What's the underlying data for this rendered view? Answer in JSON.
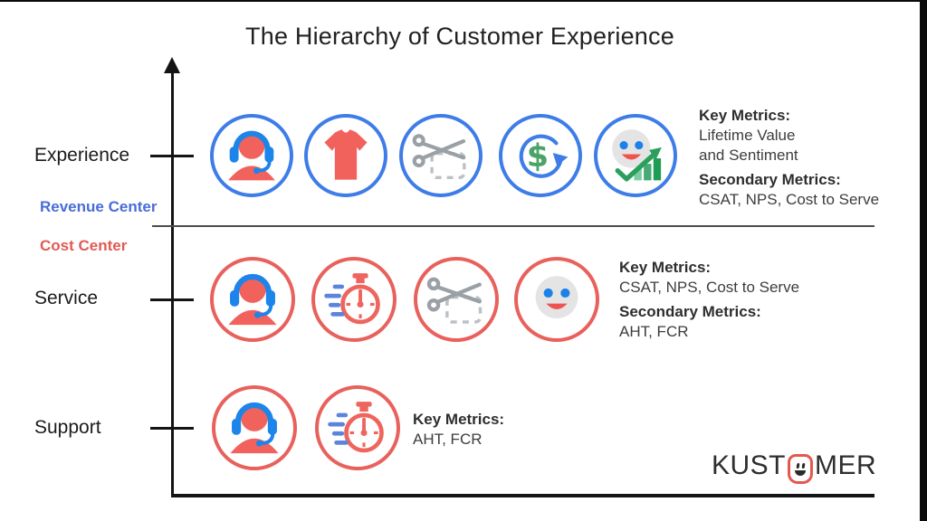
{
  "title": "The Hierarchy of Customer Experience",
  "axis_labels": {
    "revenue": "Revenue Center",
    "cost": "Cost Center"
  },
  "levels": [
    {
      "label": "Experience",
      "icons": [
        "support-agent",
        "t-shirt",
        "coupon-cut-scissors",
        "recurring-revenue-dollar",
        "sentiment-growth-smiley"
      ],
      "metrics": {
        "key_label": "Key Metrics:",
        "key_line1": "Lifetime Value",
        "key_line2": "and Sentiment",
        "secondary_label": "Secondary Metrics:",
        "secondary_line1": "CSAT, NPS, Cost to Serve"
      }
    },
    {
      "label": "Service",
      "icons": [
        "support-agent",
        "fast-response-stopwatch",
        "coupon-cut-scissors",
        "happy-customer-smiley"
      ],
      "metrics": {
        "key_label": "Key Metrics:",
        "key_line1": "CSAT, NPS, Cost to Serve",
        "secondary_label": "Secondary Metrics:",
        "secondary_line1": "AHT, FCR"
      }
    },
    {
      "label": "Support",
      "icons": [
        "support-agent",
        "fast-response-stopwatch"
      ],
      "metrics": {
        "key_label": "Key Metrics:",
        "key_line1": "AHT, FCR"
      }
    }
  ],
  "logo": {
    "name": "KUSTOMER",
    "text_before_mark": "KUST",
    "text_after_mark": "MER"
  },
  "colors": {
    "experience_ring_blue": "#3e7de8",
    "service_ring_red": "#e8615c",
    "icon_salmon": "#f2625d",
    "headset_blue": "#1d84ea",
    "revenue_text_blue": "#4a6cd9",
    "cost_text_red": "#e25a52",
    "metric_green": "#2aa05c",
    "logo_red": "#e4584f"
  }
}
